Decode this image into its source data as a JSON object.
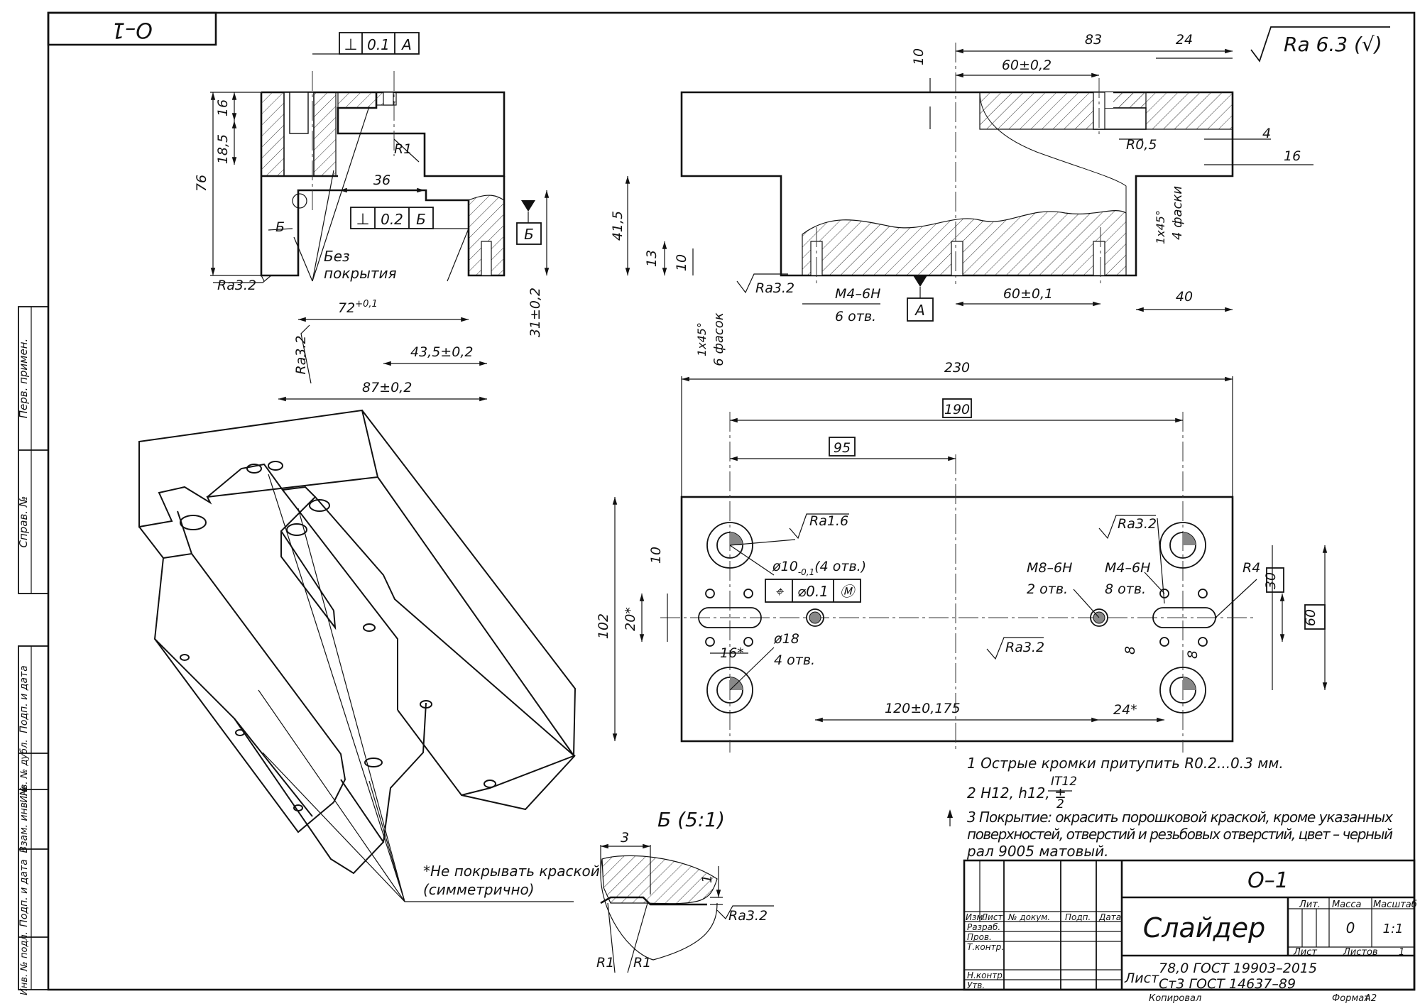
{
  "doc": {
    "code": "О–1",
    "code_rotated": "О–1",
    "title": "Слайдер",
    "material_line1": "78,0 ГОСТ 19903–2015",
    "material_line2": "Ст3 ГОСТ 14637–89",
    "sheet_word": "Лист",
    "mass_value": "0",
    "scale_value": "1:1",
    "sheets_label": "Листов",
    "sheets_value": "1",
    "sheet_label": "Лист",
    "copied": "Копировал",
    "format": "Формат",
    "format_value": "А2",
    "roughness_general": "Ra 6.3 (√)"
  },
  "title_block": {
    "col_headers": [
      "Изм.",
      "Лист",
      "№ докум.",
      "Подп.",
      "Дата"
    ],
    "rows": [
      "Разраб.",
      "Пров.",
      "Т.контр.",
      "Н.контр.",
      "Утв."
    ],
    "lit": "Лит.",
    "mass": "Масса",
    "scale": "Масштаб"
  },
  "side_strip": [
    "Перв. примен.",
    "Справ. №",
    "Подп. и дата",
    "Инв. № дубл.",
    "Взам. инв. №",
    "Подп. и дата",
    "Инв. № подл."
  ],
  "notes": {
    "n1": "1 Острые кромки притупить R0.2...0.3 мм.",
    "n2": "2 H12, h12, ±",
    "n2_frac_top": "IT12",
    "n2_frac_bottom": "2",
    "n3_line1": "3 Покрытие: окрасить порошковой краской, кроме указанных",
    "n3_line2": "поверхностей, отверстий и резьбовых отверстий, цвет – черный",
    "n3_line3": "рал 9005 матовый.",
    "no_paint_line1": "*Не покрывать краской",
    "no_paint_line2": "(симметрично)",
    "detail_title": "Б (5:1)",
    "bez_line1": "Без",
    "bez_line2": "покрытия"
  },
  "tol_frames": {
    "perp_a": [
      "⊥",
      "0.1",
      "А"
    ],
    "perp_b": [
      "⊥",
      "0.2",
      "Б"
    ],
    "pos_m": [
      "⌖",
      "⌀0.1",
      "Ⓜ"
    ]
  },
  "datums": [
    "А",
    "Б"
  ],
  "dims": {
    "d76": "76",
    "d16": "16",
    "d18_5": "18,5",
    "d36": "36",
    "r1": "R1",
    "b": "Б",
    "ra32a": "Ra3.2",
    "d72": "72",
    "d72_tol": "+0,1",
    "d43_5": "43,5±0,2",
    "d87": "87±0,2",
    "d31": "31±0,2",
    "ra32b": "Ra3.2",
    "d10": "10",
    "d83": "83",
    "d24": "24",
    "d60a": "60±0,2",
    "r0_5": "R0,5",
    "d4": "4",
    "d16b": "16",
    "d41_5": "41,5",
    "d13": "13",
    "d10b": "10",
    "ra32c": "Ra3.2",
    "m4a": "M4–6H",
    "m4a_cnt": "6 отв.",
    "d60b": "60±0,1",
    "d40": "40",
    "chamfer_a": "1x45°",
    "chamfer_a_txt": "6 фасок",
    "chamfer_b": "1x45°",
    "chamfer_b_txt": "4 фаски",
    "d230": "230",
    "d190": "190",
    "d95": "95",
    "d102": "102",
    "d10c": "10",
    "d20": "20*",
    "d16c": "16*",
    "ra16": "Ra1.6",
    "phi10": "ø10",
    "phi10_tol": "-0,1",
    "phi10_cnt": "(4 отв.)",
    "phi18": "ø18",
    "phi18_cnt": "4 отв.",
    "d120": "120±0,175",
    "m8": "M8–6H",
    "m8_cnt": "2 отв.",
    "m4b": "M4–6H",
    "m4b_cnt": "8 отв.",
    "ra32d": "Ra3.2",
    "ra32e": "Ra3.2",
    "r4": "R4",
    "d30": "30",
    "d60c": "60",
    "d8a": "8",
    "d8b": "8",
    "d24b": "24*",
    "det_3": "3",
    "det_1": "1",
    "det_ra": "Ra3.2",
    "det_r1a": "R1",
    "det_r1b": "R1"
  }
}
